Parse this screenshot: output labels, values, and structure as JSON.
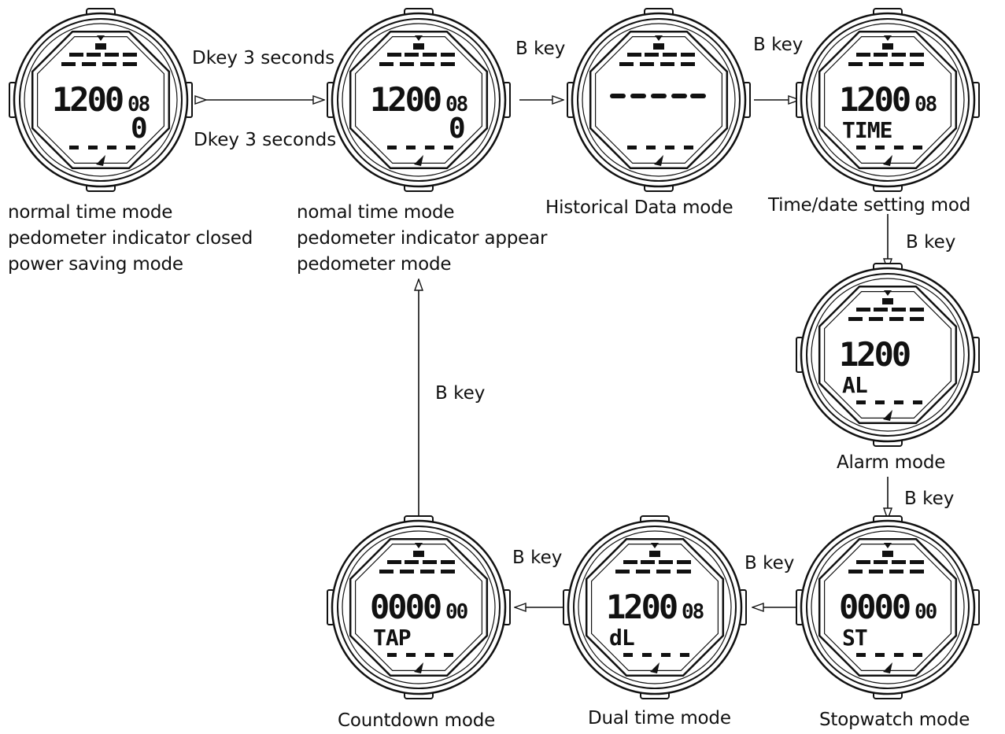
{
  "watches": [
    {
      "id": "normal-power-saving",
      "digits": "12:00",
      "small": "08",
      "sub": "0",
      "digit_style": "1200"
    },
    {
      "id": "pedometer",
      "digits": "12:00",
      "small": "08",
      "sub": "0"
    },
    {
      "id": "historical",
      "digits": "",
      "small": "",
      "sub": ""
    },
    {
      "id": "time-date-setting",
      "digits": "12:00",
      "small": "08",
      "sub": "TIME"
    },
    {
      "id": "alarm",
      "digits": "12:00",
      "small": "",
      "sub": "AL"
    },
    {
      "id": "stopwatch",
      "digits": "00:00",
      "small": "00",
      "sub": "ST"
    },
    {
      "id": "dual-time",
      "digits": "12:00",
      "small": "08",
      "sub": "dL"
    },
    {
      "id": "countdown",
      "digits": "00:00",
      "small": "00",
      "sub": "TAP"
    }
  ],
  "labels": {
    "power_saving": [
      "normal time mode",
      "pedometer indicator closed",
      "power saving mode"
    ],
    "pedometer": [
      "nomal time mode",
      "pedometer indicator appear",
      "pedometer mode"
    ],
    "historical": "Historical Data mode",
    "time_date": "Time/date setting mod",
    "alarm": "Alarm mode",
    "stopwatch": "Stopwatch mode",
    "dual_time": "Dual time mode",
    "countdown": "Countdown mode"
  },
  "keys": {
    "d_top": "Dkey 3 seconds",
    "d_bottom": "Dkey 3 seconds",
    "b1": "B key",
    "b2": "B key",
    "b3": "B key",
    "b4": "B key",
    "b5": "B key",
    "b6": "B key",
    "b7": "B key"
  }
}
